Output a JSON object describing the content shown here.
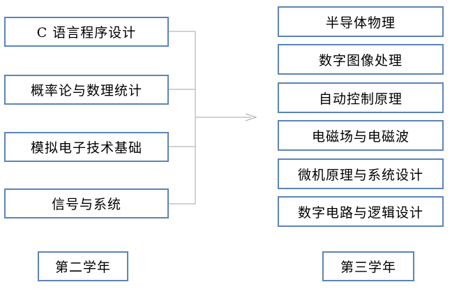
{
  "second_year": {
    "courses": [
      "C 语言程序设计",
      "概率论与数理统计",
      "模拟电子技术基础",
      "信号与系统"
    ],
    "label": "第二学年"
  },
  "third_year": {
    "courses": [
      "半导体物理",
      "数字图像处理",
      "自动控制原理",
      "电磁场与电磁波",
      "微机原理与系统设计",
      "数字电路与逻辑设计"
    ],
    "label": "第三学年"
  },
  "colors": {
    "box_border": "#5b84b8",
    "connector": "#a6a6a6"
  }
}
